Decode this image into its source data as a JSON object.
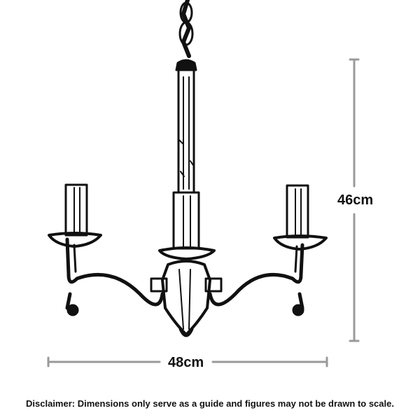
{
  "dimensions": {
    "height": "46cm",
    "width": "48cm"
  },
  "disclaimer": "Disclaimer: Dimensions only serve as a guide and figures may not be drawn to scale.",
  "colors": {
    "line_art": "#111111",
    "dimension_line": "#9a9a9a",
    "background": "#ffffff"
  },
  "illustration": "chandelier-line-drawing"
}
